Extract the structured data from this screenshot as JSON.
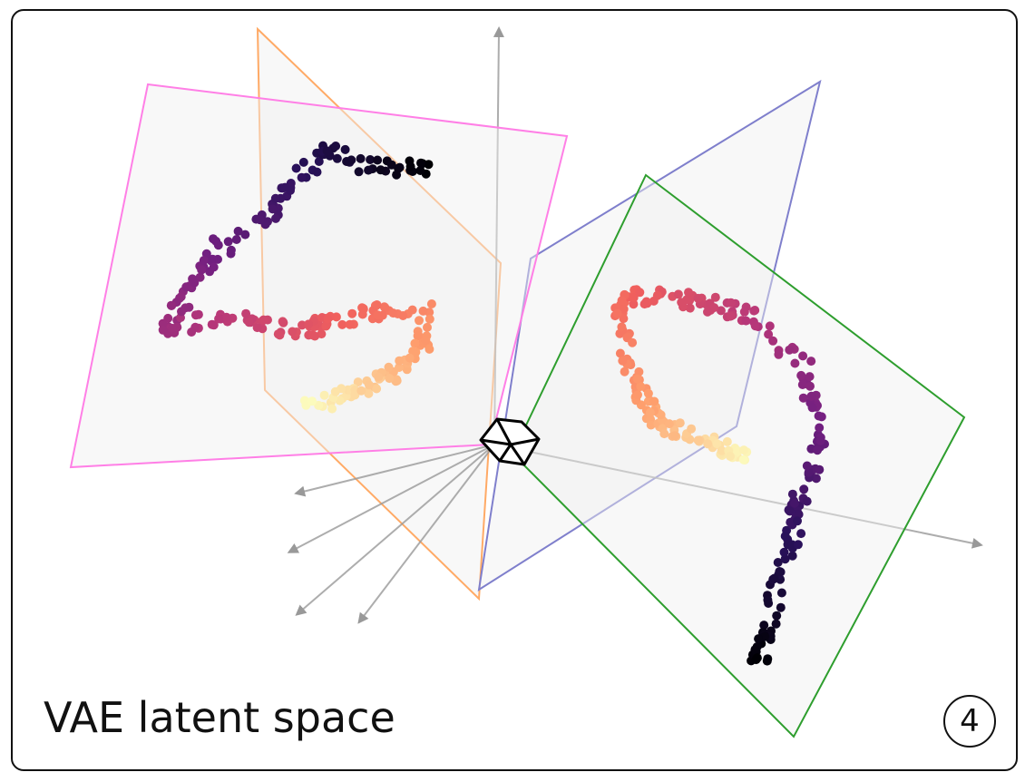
{
  "title": "VAE latent space",
  "panel_number": "4",
  "colors": {
    "pink_plane": "#ff7fe6",
    "orange_plane": "#ffaa66",
    "blue_plane": "#7f7fcc",
    "green_plane": "#2e9e2e",
    "axis": "#999999"
  },
  "colormap": "magma"
}
